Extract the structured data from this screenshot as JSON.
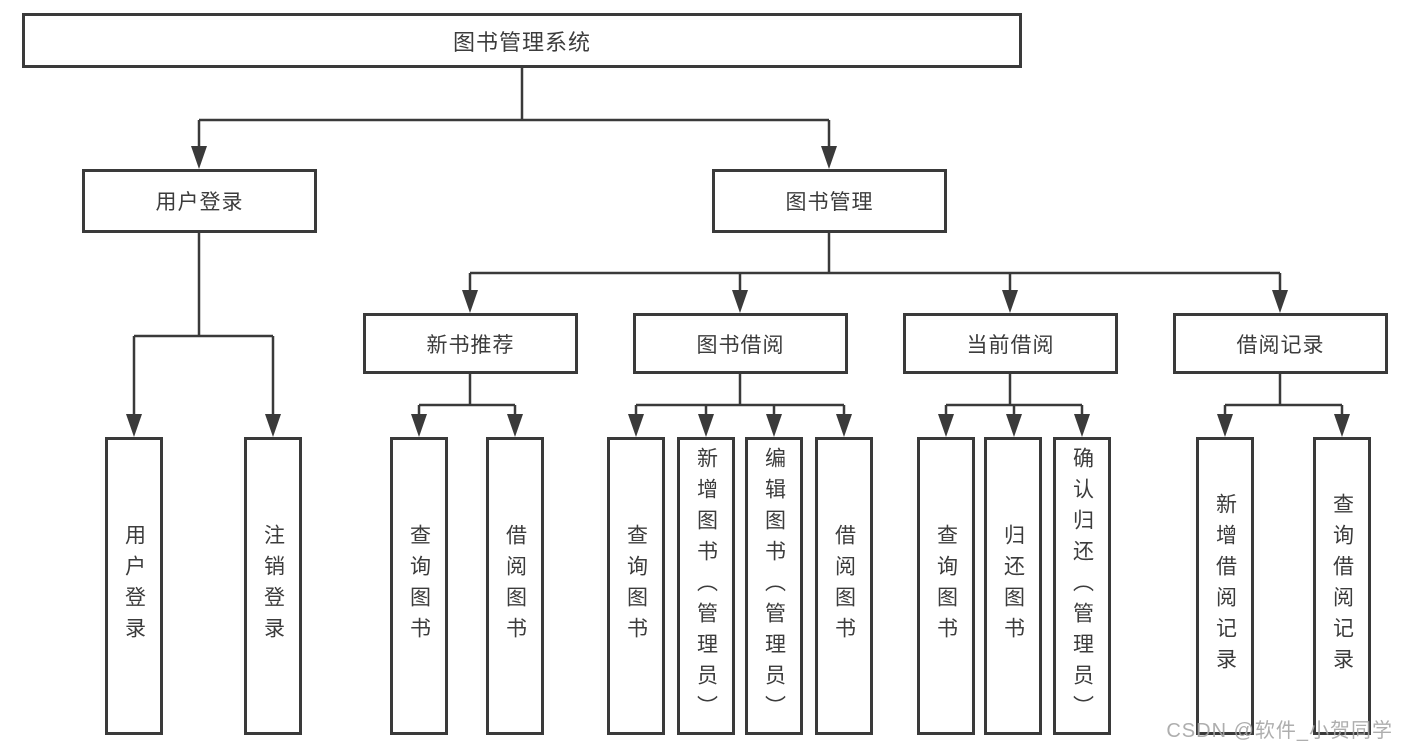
{
  "title": "图书管理系统",
  "nodes": {
    "user_login": {
      "label": "用户登录",
      "children": [
        "用户登录",
        "注销登录"
      ]
    },
    "book_mgmt": {
      "label": "图书管理"
    },
    "new_books": {
      "label": "新书推荐",
      "children": [
        "查询图书",
        "借阅图书"
      ]
    },
    "book_borrow": {
      "label": "图书借阅",
      "children": [
        "查询图书",
        "新增图书（管理员）",
        "编辑图书（管理员）",
        "借阅图书"
      ]
    },
    "current_borrow": {
      "label": "当前借阅",
      "children": [
        "查询图书",
        "归还图书",
        "确认归还（管理员）"
      ]
    },
    "borrow_records": {
      "label": "借阅记录",
      "children": [
        "新增借阅记录",
        "查询借阅记录"
      ]
    }
  },
  "watermark": "CSDN @软件_小贺同学",
  "colors": {
    "line": "#3a3a3a",
    "text": "#3c3c3c",
    "watermark": "#a5a5a5"
  }
}
